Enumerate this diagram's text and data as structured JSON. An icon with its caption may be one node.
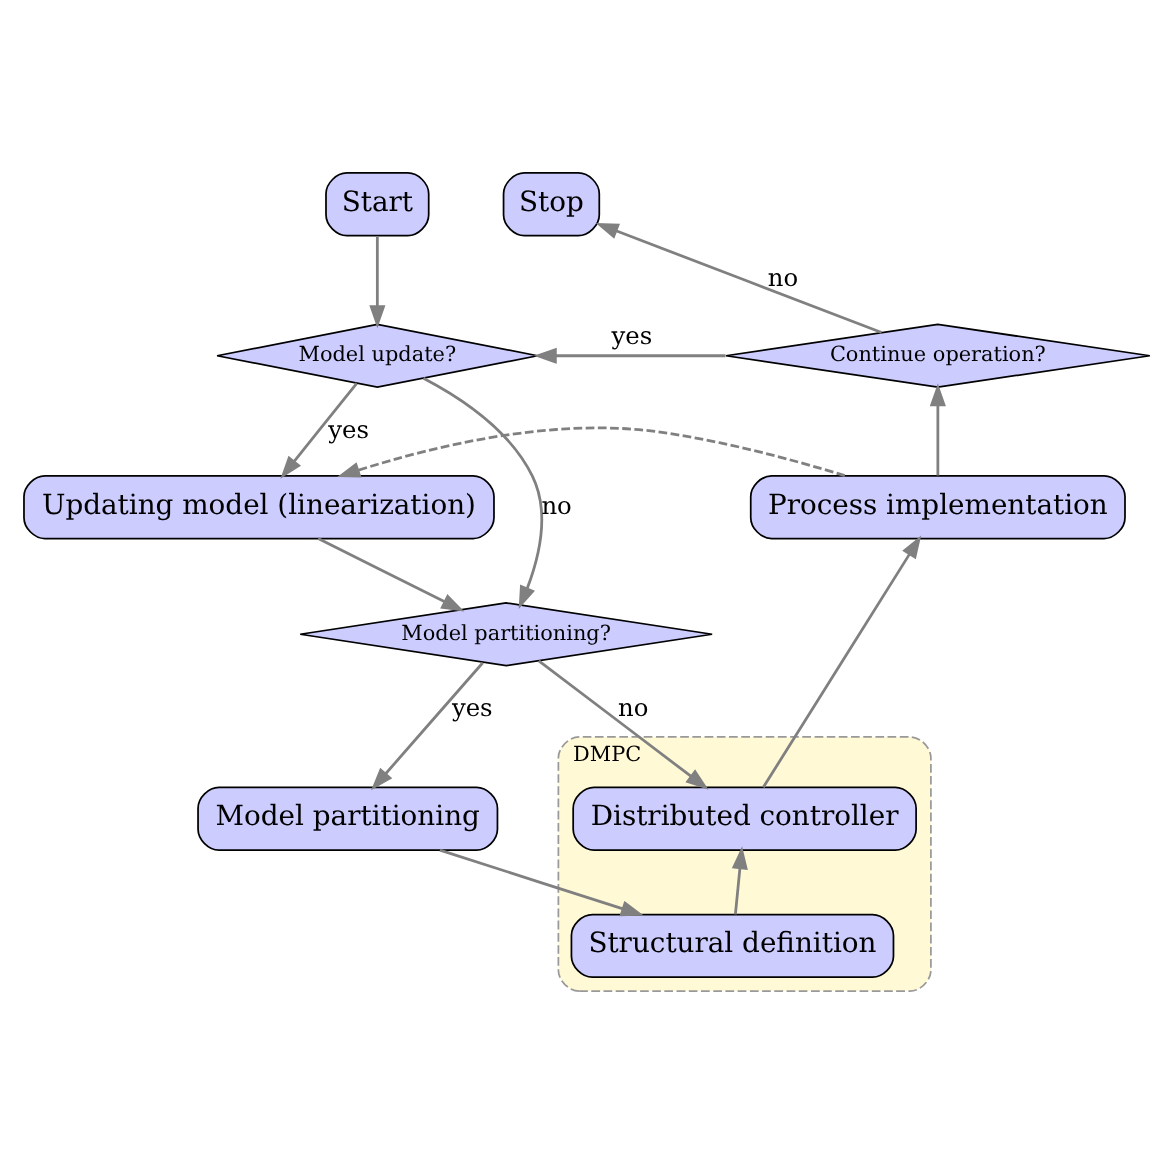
{
  "diagram": {
    "nodes": [
      {
        "text": [
          "Start"
        ]
      },
      {
        "text": [
          "Stop"
        ]
      },
      {
        "text": [
          "Model update?"
        ]
      },
      {
        "text": [
          "Continue operation?"
        ]
      },
      {
        "text": [
          "Updating model (linearization)"
        ]
      },
      {
        "text": [
          "Process implementation"
        ]
      },
      {
        "text": [
          "Model partitioning?"
        ]
      },
      {
        "text": [
          "DMPC"
        ]
      },
      {
        "text": [
          "Distributed controller"
        ],
        "in": 7
      },
      {
        "text": [
          "Model partitioning"
        ]
      },
      {
        "text": [
          "Structural definition"
        ],
        "in": 7
      }
    ],
    "edges": [
      {
        "from": 0,
        "to": 2,
        "arrow": "to"
      },
      {
        "from": 2,
        "to": 4,
        "arrow": "to",
        "label": "yes"
      },
      {
        "from": 2,
        "to": 6,
        "arrow": "to",
        "label": "no"
      },
      {
        "from": 4,
        "to": 6,
        "arrow": "to"
      },
      {
        "from": 6,
        "to": 8,
        "arrow": "to",
        "label": "no"
      },
      {
        "from": 6,
        "to": 9,
        "arrow": "to",
        "label": "yes"
      },
      {
        "from": 9,
        "to": 10,
        "arrow": "to"
      },
      {
        "from": 10,
        "to": 8,
        "arrow": "to"
      },
      {
        "from": 8,
        "to": 5,
        "arrow": "to"
      },
      {
        "from": 5,
        "to": 4,
        "arrow": "to",
        "style": "dashed"
      },
      {
        "from": 5,
        "to": 3,
        "arrow": "to"
      },
      {
        "from": 3,
        "to": 2,
        "arrow": "to",
        "label": "yes"
      },
      {
        "from": 3,
        "to": 1,
        "arrow": "to",
        "label": "no"
      }
    ]
  }
}
